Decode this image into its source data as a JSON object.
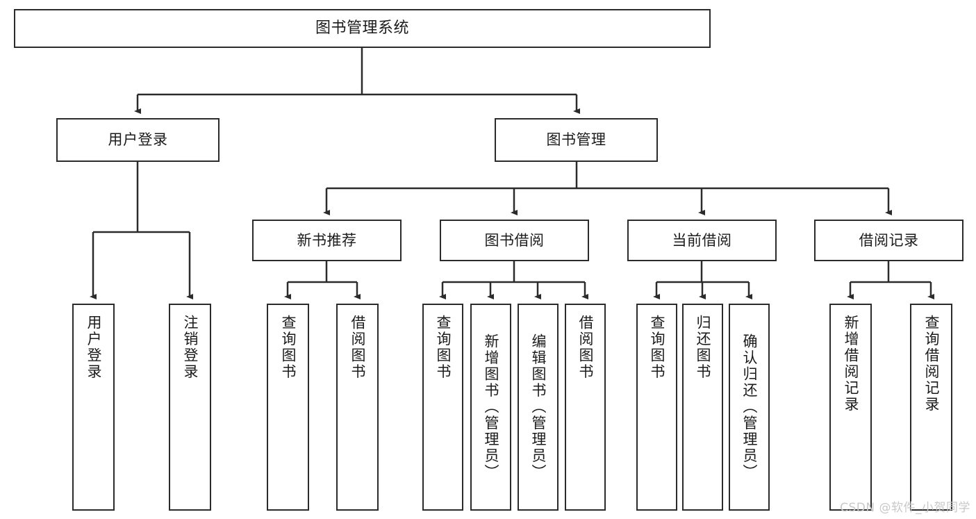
{
  "diagram": {
    "type": "tree",
    "title": "图书管理系统",
    "watermark": "CSDN @软件_小贺同学",
    "colors": {
      "border": "#2b2b2b",
      "background": "#ffffff",
      "text": "#1b1b1b",
      "edge": "#2b2b2b",
      "watermark": "#c8c8c8"
    },
    "nodes": {
      "root": {
        "label": "图书管理系统"
      },
      "level2": [
        {
          "label": "用户登录"
        },
        {
          "label": "图书管理"
        }
      ],
      "level3": [
        {
          "label": "新书推荐"
        },
        {
          "label": "图书借阅"
        },
        {
          "label": "当前借阅"
        },
        {
          "label": "借阅记录"
        }
      ],
      "leaves": {
        "user_login": [
          {
            "label": "用户登录"
          },
          {
            "label": "注销登录"
          }
        ],
        "new_book": [
          {
            "label": "查询图书"
          },
          {
            "label": "借阅图书"
          }
        ],
        "book_borrow": [
          {
            "label": "查询图书"
          },
          {
            "label": "新增图书（管理员）"
          },
          {
            "label": "编辑图书（管理员）"
          },
          {
            "label": "借阅图书"
          }
        ],
        "current_borrow": [
          {
            "label": "查询图书"
          },
          {
            "label": "归还图书"
          },
          {
            "label": "确认归还（管理员）"
          }
        ],
        "borrow_record": [
          {
            "label": "新增借阅记录"
          },
          {
            "label": "查询借阅记录"
          }
        ]
      }
    }
  }
}
